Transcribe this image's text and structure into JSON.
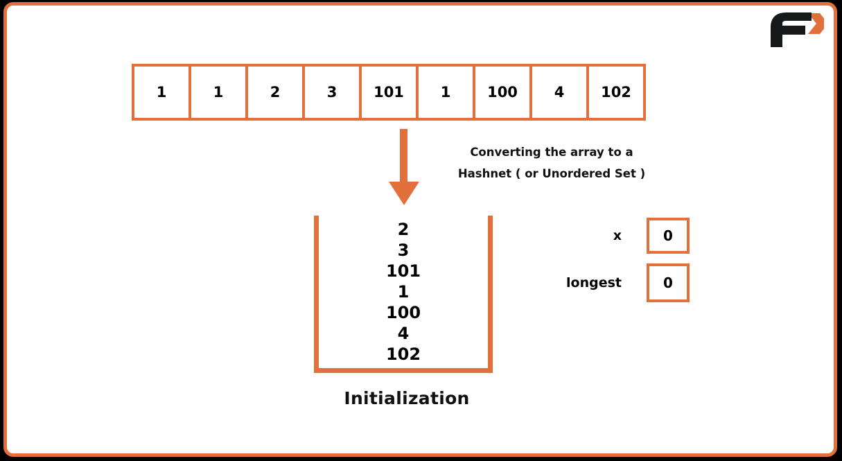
{
  "slide": {
    "caption": "Initialization",
    "annotation_line1": "Converting the array to a",
    "annotation_line2": "Hashnet ( or Unordered Set )",
    "accent_color": "#e2703a",
    "text_color": "#000000",
    "background_color": "#ffffff",
    "border_color": "#000000"
  },
  "logo": {
    "name": "f-arrow-logo",
    "letter": "F",
    "letter_color": "#1a1a1a",
    "arrow_color": "#e2703a"
  },
  "array": {
    "label": "input-array",
    "cells": [
      {
        "value": "1"
      },
      {
        "value": "1"
      },
      {
        "value": "2"
      },
      {
        "value": "3"
      },
      {
        "value": "101"
      },
      {
        "value": "1"
      },
      {
        "value": "100"
      },
      {
        "value": "4"
      },
      {
        "value": "102"
      }
    ]
  },
  "arrow": {
    "name": "down-arrow-icon",
    "direction": "down",
    "color": "#e2703a"
  },
  "hashset": {
    "label": "hashnet-unordered-set",
    "items": [
      {
        "value": "2"
      },
      {
        "value": "3"
      },
      {
        "value": "101"
      },
      {
        "value": "1"
      },
      {
        "value": "100"
      },
      {
        "value": "4"
      },
      {
        "value": "102"
      }
    ]
  },
  "variables": [
    {
      "name": "x",
      "label": "x",
      "value": "0"
    },
    {
      "name": "longest",
      "label": "longest",
      "value": "0"
    }
  ]
}
